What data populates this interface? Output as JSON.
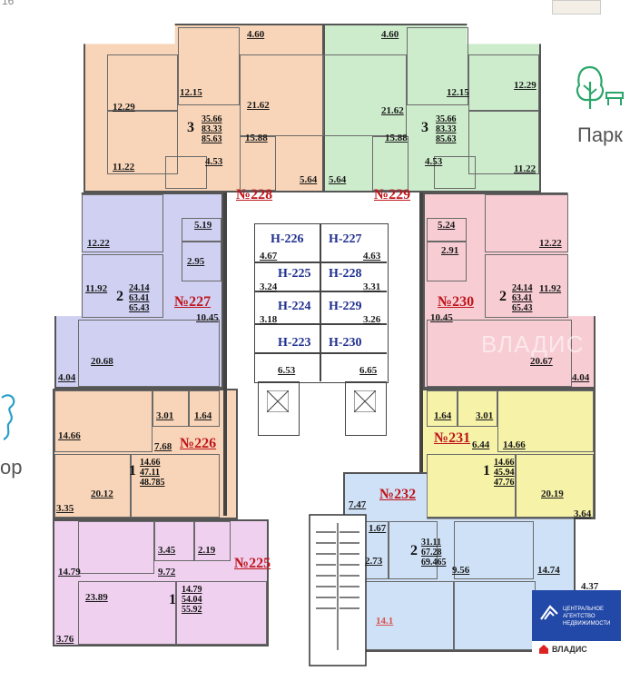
{
  "page_corner": "16",
  "park_label": "Парк",
  "left_label_fragment": "ор",
  "logo": {
    "line1": "ЦЕНТРАЛЬНОЕ",
    "line2": "АГЕНТСТВО",
    "line3": "НЕДВИЖИМОСТИ",
    "brand": "ВЛАДИС"
  },
  "watermark": "ВЛАДИС",
  "apartments": [
    {
      "id": "№228",
      "rooms": "3",
      "living": "35.66",
      "total": "83.33",
      "full": "85.63",
      "color": "#f8d5b8"
    },
    {
      "id": "№229",
      "rooms": "3",
      "living": "35.66",
      "total": "83.33",
      "full": "85.63",
      "color": "#cdeccc"
    },
    {
      "id": "№227",
      "rooms": "2",
      "living": "24.14",
      "total": "63.41",
      "full": "65.43",
      "color": "#cfd0f2"
    },
    {
      "id": "№230",
      "rooms": "2",
      "living": "24.14",
      "total": "63.41",
      "full": "65.43",
      "color": "#f7ccd3"
    },
    {
      "id": "№226",
      "rooms": "1",
      "living": "14.66",
      "total": "47.11",
      "full": "48.785",
      "color": "#f8d5b8"
    },
    {
      "id": "№231",
      "rooms": "1",
      "living": "14.66",
      "total": "45.94",
      "full": "47.76",
      "color": "#f6f2a8"
    },
    {
      "id": "№225",
      "rooms": "1",
      "living": "14.79",
      "total": "54.04",
      "full": "55.92",
      "color": "#efd0ef"
    },
    {
      "id": "№232",
      "rooms": "2",
      "living": "31.11",
      "total": "67.28",
      "full": "69.465",
      "color": "#cfe1f6"
    }
  ],
  "commercial": [
    {
      "left": "Н-226",
      "right": "Н-227"
    },
    {
      "left": "Н-225",
      "right": "Н-228"
    },
    {
      "left": "Н-224",
      "right": "Н-229"
    },
    {
      "left": "Н-223",
      "right": "Н-230"
    }
  ],
  "room_areas": {
    "a228": [
      "4.60",
      "12.15",
      "12.29",
      "21.62",
      "15.88",
      "11.22",
      "4.53",
      "5.64"
    ],
    "a229": [
      "4.60",
      "12.15",
      "12.29",
      "21.62",
      "15.88",
      "11.22",
      "4.53",
      "5.64"
    ],
    "a227": [
      "5.19",
      "12.22",
      "2.95",
      "11.92",
      "10.45",
      "20.68",
      "4.04"
    ],
    "a230": [
      "5.24",
      "12.22",
      "2.91",
      "11.92",
      "10.45",
      "20.67",
      "4.04"
    ],
    "a226": [
      "3.01",
      "1.64",
      "14.66",
      "7.68",
      "20.12",
      "3.35"
    ],
    "a231": [
      "1.64",
      "3.01",
      "6.44",
      "14.66",
      "20.19",
      "3.64"
    ],
    "a225": [
      "3.45",
      "2.19",
      "14.79",
      "9.72",
      "23.89",
      "3.76"
    ],
    "a232": [
      "7.47",
      "1.67",
      "2.73",
      "9.56",
      "14.74",
      "4.37",
      "14.1"
    ],
    "corridor": [
      "4.67",
      "4.63",
      "3.24",
      "3.31",
      "3.18",
      "3.26",
      "6.53",
      "6.65"
    ]
  }
}
